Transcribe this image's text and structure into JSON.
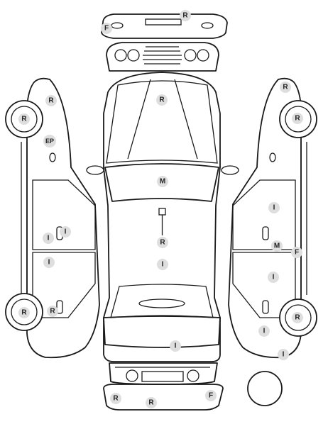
{
  "markers": [
    {
      "id": "rear-bumper-top",
      "code": "R"
    },
    {
      "id": "rear-bumper-left",
      "code": "F"
    },
    {
      "id": "left-rear-fender",
      "code": "R"
    },
    {
      "id": "left-rear-wheel",
      "code": "R"
    },
    {
      "id": "left-rear-panel",
      "code": "EP"
    },
    {
      "id": "left-rear-door-a",
      "code": "I"
    },
    {
      "id": "left-rear-door-b",
      "code": "I"
    },
    {
      "id": "left-front-door",
      "code": "I"
    },
    {
      "id": "left-front-wheel",
      "code": "R"
    },
    {
      "id": "left-front-fender",
      "code": "R"
    },
    {
      "id": "rear-window",
      "code": "R"
    },
    {
      "id": "roof",
      "code": "M"
    },
    {
      "id": "roof-center",
      "code": "R"
    },
    {
      "id": "hood-rear",
      "code": "I"
    },
    {
      "id": "hood-front",
      "code": "I"
    },
    {
      "id": "right-rear-fender",
      "code": "R"
    },
    {
      "id": "right-rear-wheel",
      "code": "R"
    },
    {
      "id": "right-rear-door",
      "code": "I"
    },
    {
      "id": "right-sill-m",
      "code": "M"
    },
    {
      "id": "right-sill-f",
      "code": "F"
    },
    {
      "id": "right-front-door",
      "code": "I"
    },
    {
      "id": "right-front-wheel",
      "code": "R"
    },
    {
      "id": "right-front-fender",
      "code": "I"
    },
    {
      "id": "right-front-corner",
      "code": "I"
    },
    {
      "id": "front-bumper-a",
      "code": "R"
    },
    {
      "id": "front-bumper-b",
      "code": "R"
    },
    {
      "id": "front-bumper-right",
      "code": "F"
    }
  ]
}
